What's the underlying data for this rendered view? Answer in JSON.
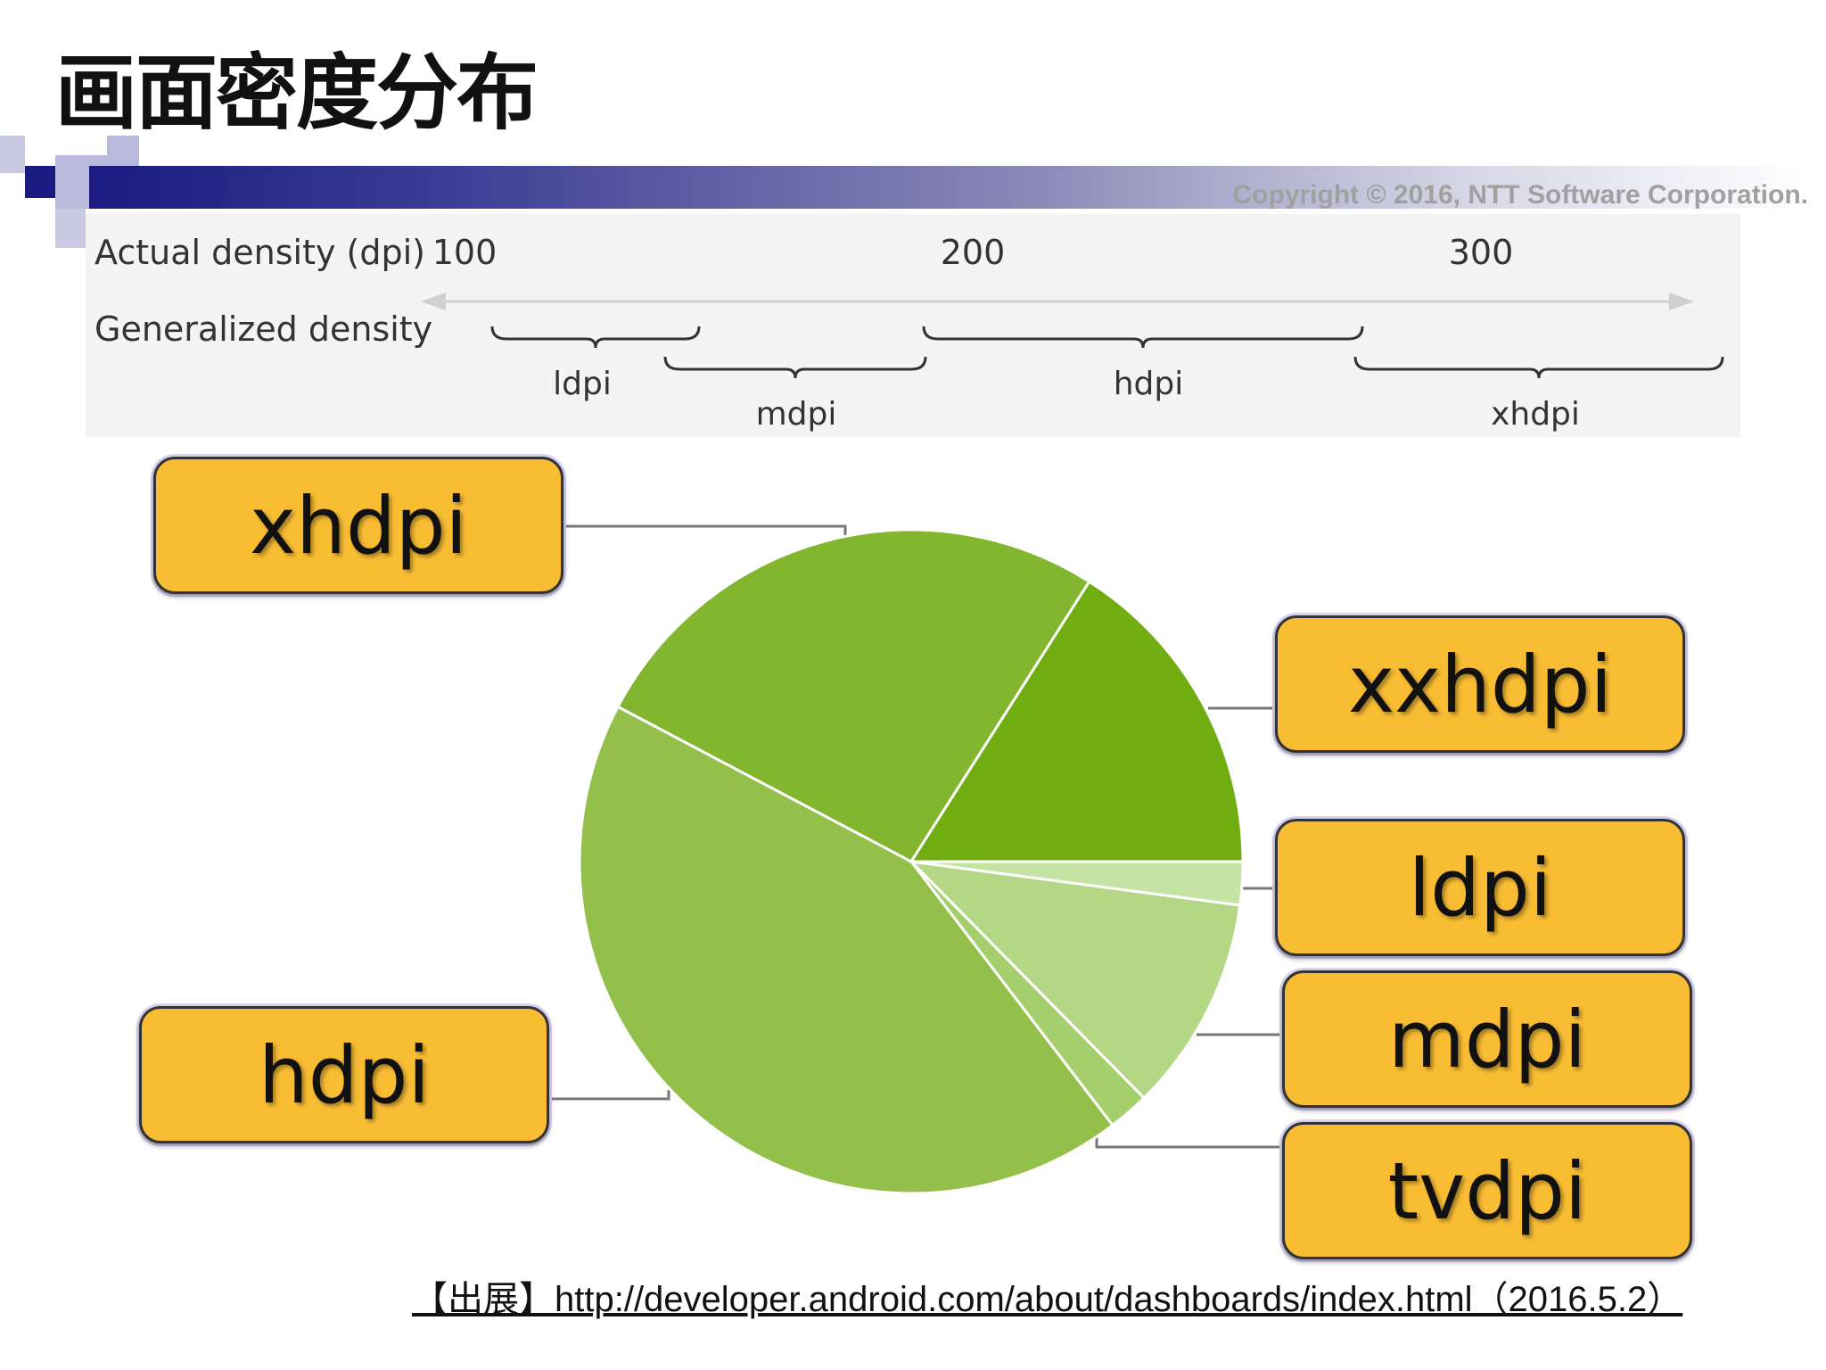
{
  "slide": {
    "title": "画面密度分布",
    "copyright": "Copyright © 2016, NTT Software Corporation.",
    "source": "【出展】http://developer.android.com/about/dashboards/index.html（2016.5.2）"
  },
  "density_scale": {
    "actual_label": "Actual density (dpi)",
    "generalized_label": "Generalized density",
    "ticks": [
      "100",
      "200",
      "300"
    ],
    "buckets": [
      "ldpi",
      "mdpi",
      "hdpi",
      "xhdpi"
    ]
  },
  "chart_data": {
    "type": "pie",
    "slices": [
      {
        "label": "ldpi",
        "value": 2.0,
        "color": "#c5e3a2"
      },
      {
        "label": "mdpi",
        "value": 10.0,
        "color": "#b3d784"
      },
      {
        "label": "tvdpi",
        "value": 1.9,
        "color": "#a5cf6c"
      },
      {
        "label": "hdpi",
        "value": 41.0,
        "color": "#93c04a"
      },
      {
        "label": "xhdpi",
        "value": 25.0,
        "color": "#82b62e"
      },
      {
        "label": "xxhdpi",
        "value": 15.2,
        "color": "#70ad10"
      }
    ],
    "legend": "callout-boxes"
  }
}
